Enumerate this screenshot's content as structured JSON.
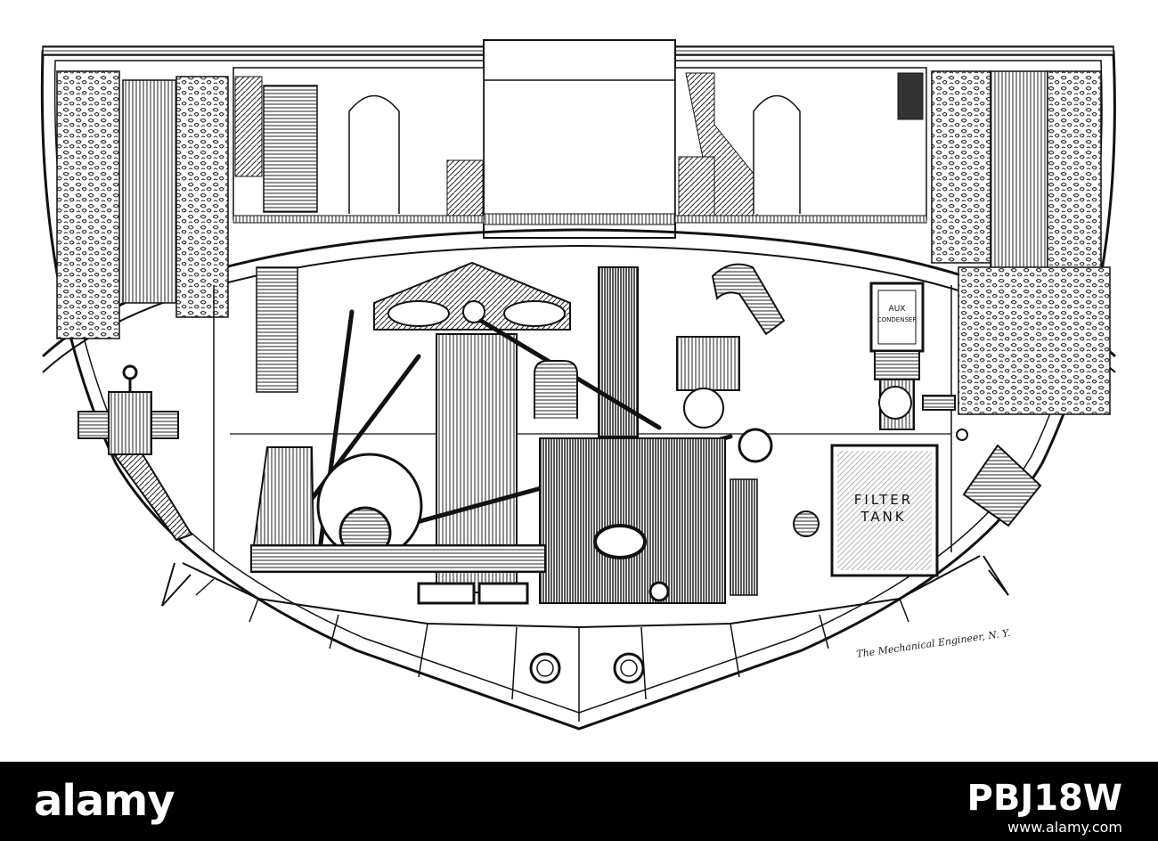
{
  "diagram": {
    "labels": {
      "aux_condenser_line1": "AUX",
      "aux_condenser_line2": "CONDENSER",
      "filter_tank_line1": "FILTER",
      "filter_tank_line2": "TANK",
      "credit": "The Mechanical Engineer, N. Y."
    }
  },
  "watermark": {
    "logo": "alamy",
    "image_id": "PBJ18W",
    "url": "www.alamy.com"
  }
}
